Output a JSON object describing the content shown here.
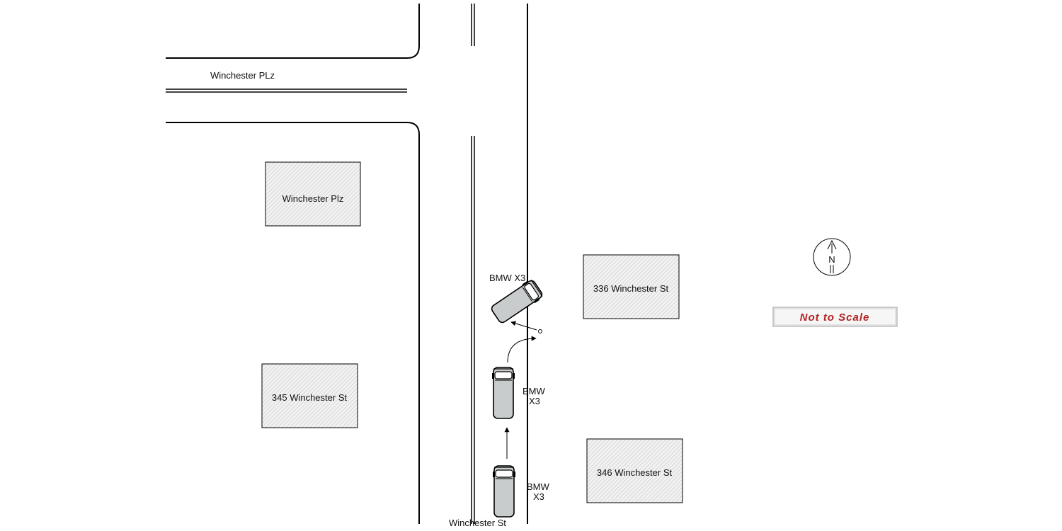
{
  "streets": {
    "cross_street": "Winchester PLz",
    "main_street": "Winchester St"
  },
  "buildings": [
    {
      "id": "winchester-plz",
      "label": "Winchester Plz"
    },
    {
      "id": "345-winchester",
      "label": "345 Winchester St"
    },
    {
      "id": "336-winchester",
      "label": "336 Winchester St"
    },
    {
      "id": "346-winchester",
      "label": "346 Winchester St"
    }
  ],
  "vehicles": [
    {
      "id": "vehicle-rotated",
      "label": "BMW X3"
    },
    {
      "id": "vehicle-mid",
      "label_line1": "BMW",
      "label_line2": "X3"
    },
    {
      "id": "vehicle-bottom",
      "label_line1": "BMW",
      "label_line2": "X3"
    }
  ],
  "compass": {
    "letter": "N",
    "icon": "north-arrow-icon"
  },
  "scale_note": {
    "text": "Not to Scale",
    "color": "#b22222"
  },
  "colors": {
    "vehicle_body": "#c8cccc",
    "building_hatch": "#bdbdbd"
  }
}
